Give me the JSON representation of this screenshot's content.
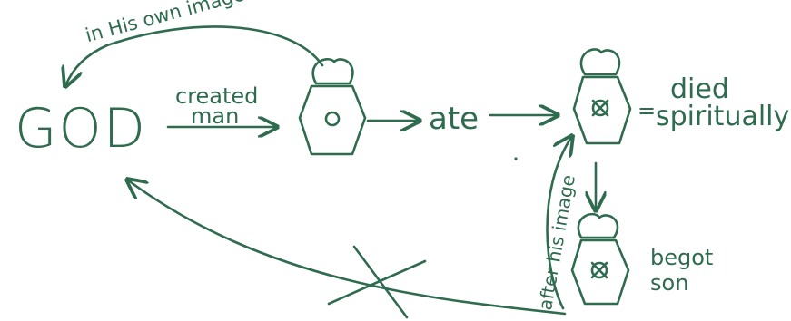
{
  "diagram": {
    "ink_color": "#2f6b4f",
    "labels": {
      "god": "GOD",
      "in_his_own_image": "in His own image",
      "created": "created",
      "man": "man",
      "ate": "ate",
      "equals": "=",
      "died": "died",
      "spiritually": "spiritually",
      "after_his_image": "after his image",
      "begot": "begot",
      "son": "son"
    },
    "figures": [
      {
        "name": "created-man",
        "mark": "circle"
      },
      {
        "name": "fallen-man",
        "mark": "crossed-circle"
      },
      {
        "name": "begotten-son",
        "mark": "crossed-circle"
      }
    ]
  }
}
